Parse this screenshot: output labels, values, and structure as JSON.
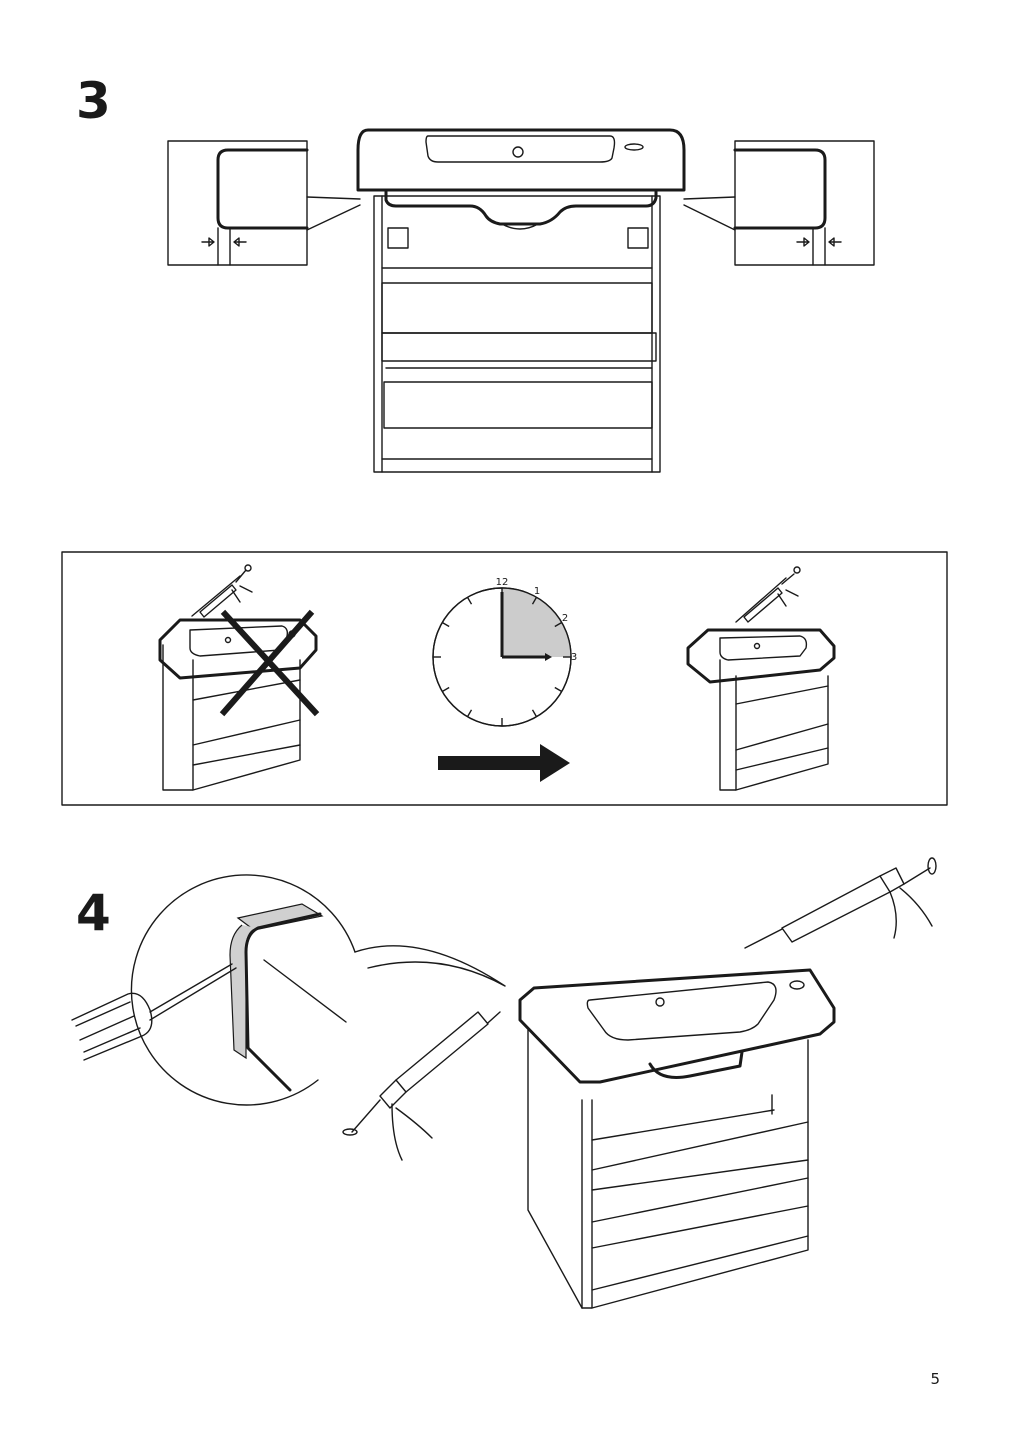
{
  "page": {
    "step_3_number": "3",
    "step_4_number": "4",
    "page_number": "5"
  },
  "clock": {
    "labels": [
      "12",
      "1",
      "2",
      "3"
    ],
    "elapsed_hours": 3,
    "shade_color": "#cccccc"
  },
  "icons": {
    "wrong_mark": "x-mark-icon",
    "next_arrow": "arrow-right-icon",
    "wait_clock": "clock-icon",
    "caulk_gun": "caulking-gun-icon"
  }
}
